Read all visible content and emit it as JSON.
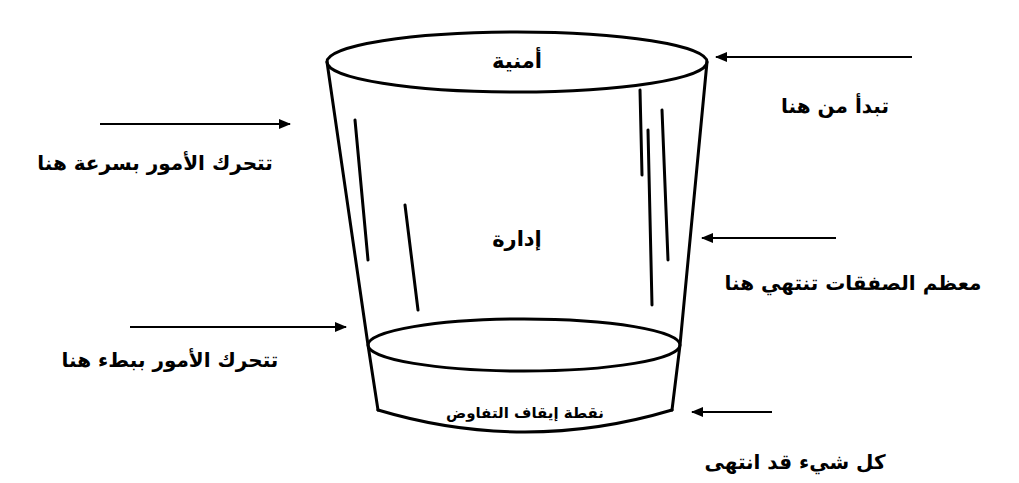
{
  "diagram": {
    "nodes": [
      {
        "text": [
          "أمنية"
        ]
      },
      {
        "text": [
          "إدارة"
        ]
      },
      {
        "text": [
          "نقطة إيقاف التفاوض"
        ]
      }
    ],
    "labels": [
      "تبدأ من هنا",
      "تتحرك الأمور بسرعة هنا",
      "معظم الصفقات تنتهي هنا",
      "تتحرك الأمور ببطء هنا",
      "كل شيء قد انتهى"
    ]
  }
}
